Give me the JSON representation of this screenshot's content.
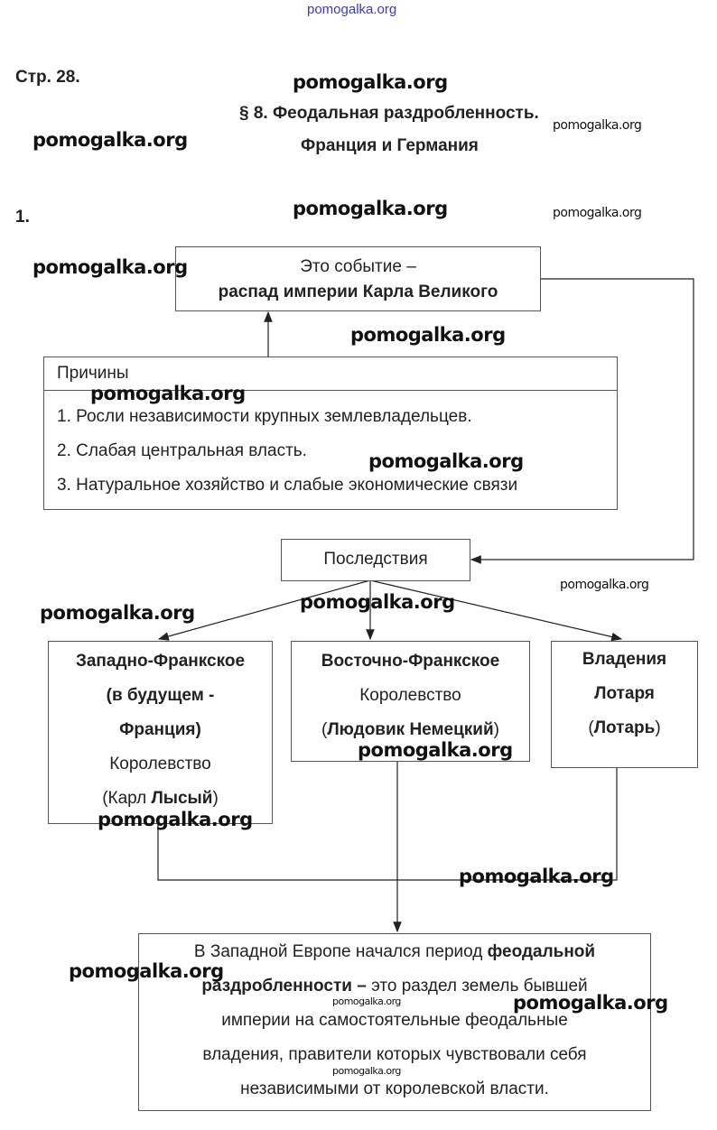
{
  "site_header": "pomogalka.org",
  "page_ref": "Стр. 28.",
  "title_line1": "§ 8. Феодальная раздробленность.",
  "title_line2": "Франция и Германия",
  "task_number": "1.",
  "event": {
    "line1": "Это событие –",
    "line2": "распад империи Карла Великого"
  },
  "causes": {
    "header": "Причины",
    "items": [
      "1. Росли независимости крупных землевладельцев.",
      "2. Слабая центральная власть.",
      "3. Натуральное хозяйство и слабые экономические связи"
    ]
  },
  "consequences": {
    "header": "Последствия"
  },
  "kingdoms": {
    "west": {
      "l1": "Западно-Франкское",
      "l2": "(в будущем -",
      "l3": "Франция)",
      "l4": "Королевство",
      "l5a": "(Карл ",
      "l5b": "Лысый",
      "l5c": ")"
    },
    "east": {
      "l1": "Восточно-Франкское",
      "l2": "Королевство",
      "l3a": "(",
      "l3b": "Людовик Немецкий",
      "l3c": ")"
    },
    "lothar": {
      "l1": "Владения",
      "l2": "Лотаря",
      "l3a": "(",
      "l3b": "Лотарь",
      "l3c": ")"
    }
  },
  "conclusion": {
    "p1": "В Западной Европе начался период ",
    "b1": "феодальной",
    "b2": "раздробленности –",
    "p2": " это раздел земель бывшей",
    "p3": "империи на самостоятельные феодальные",
    "p4": "владения, правители которых чувствовали себя",
    "p5": "независимыми от королевской власти."
  },
  "watermarks": [
    "pomogalka.org",
    "pomogalka.org",
    "pomogalka.org",
    "pomogalka.org",
    "pomogalka.org",
    "pomogalka.org",
    "pomogalka.org",
    "pomogalka.org",
    "pomogalka.org",
    "pomogalka.org",
    "pomogalka.org",
    "pomogalka.org",
    "pomogalka.org",
    "pomogalka.org",
    "pomogalka.org",
    "pomogalka.org",
    "pomogalka.org",
    "pomogalka.org",
    "pomogalka.org"
  ]
}
